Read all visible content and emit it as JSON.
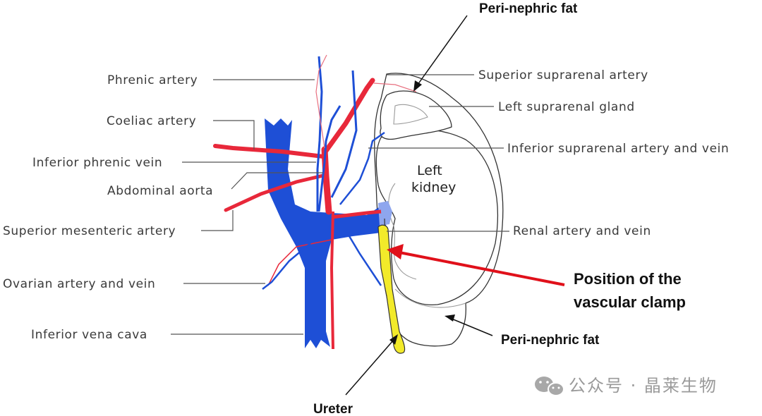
{
  "labels": {
    "phrenic_artery": "Phrenic artery",
    "coeliac_artery": "Coeliac artery",
    "inferior_phrenic_vein": "Inferior phrenic vein",
    "abdominal_aorta": "Abdominal aorta",
    "superior_mesenteric_artery": "Superior mesenteric artery",
    "ovarian_artery_vein": "Ovarian artery and vein",
    "inferior_vena_cava": "Inferior vena cava",
    "peri_nephric_fat_top": "Peri-nephric fat",
    "superior_suprarenal_artery": "Superior suprarenal artery",
    "left_suprarenal_gland": "Left suprarenal gland",
    "inferior_suprarenal": "Inferior suprarenal artery and vein",
    "kidney_line1": "Left",
    "kidney_line2": "kidney",
    "renal_artery_vein": "Renal artery and vein",
    "clamp_line1": "Position of the",
    "clamp_line2": "vascular clamp",
    "peri_nephric_fat_bottom": "Peri-nephric fat",
    "ureter": "Ureter"
  },
  "watermark": {
    "text": "公众号 · 晶莱生物"
  },
  "colors": {
    "artery": "#e8283a",
    "vein": "#1e4fd6",
    "clamp": "#f2ea2a",
    "pointer_red": "#e0101a",
    "outline": "#333333"
  }
}
